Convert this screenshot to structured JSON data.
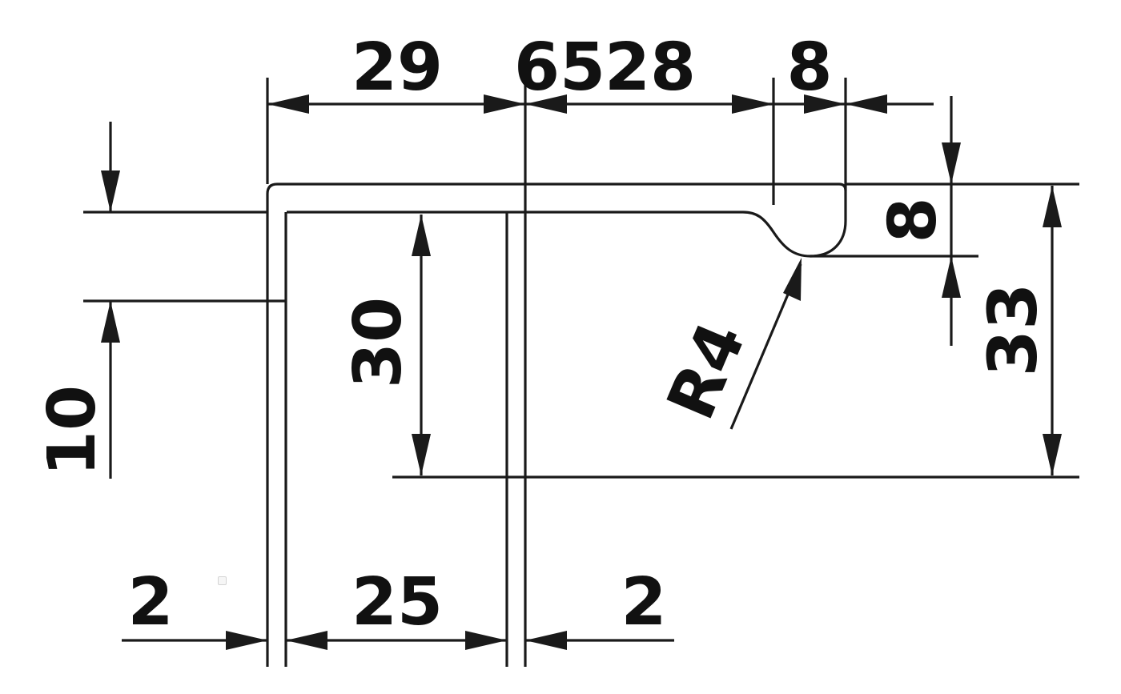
{
  "drawing": {
    "dimensions": {
      "top_29": "29",
      "top_65": "65",
      "top_28": "28",
      "top_8": "8",
      "right_8": "8",
      "right_33": "33",
      "left_10": "10",
      "middle_30": "30",
      "radius_r4": "R4",
      "bottom_2_left": "2",
      "bottom_25": "25",
      "bottom_2_right": "2"
    }
  }
}
